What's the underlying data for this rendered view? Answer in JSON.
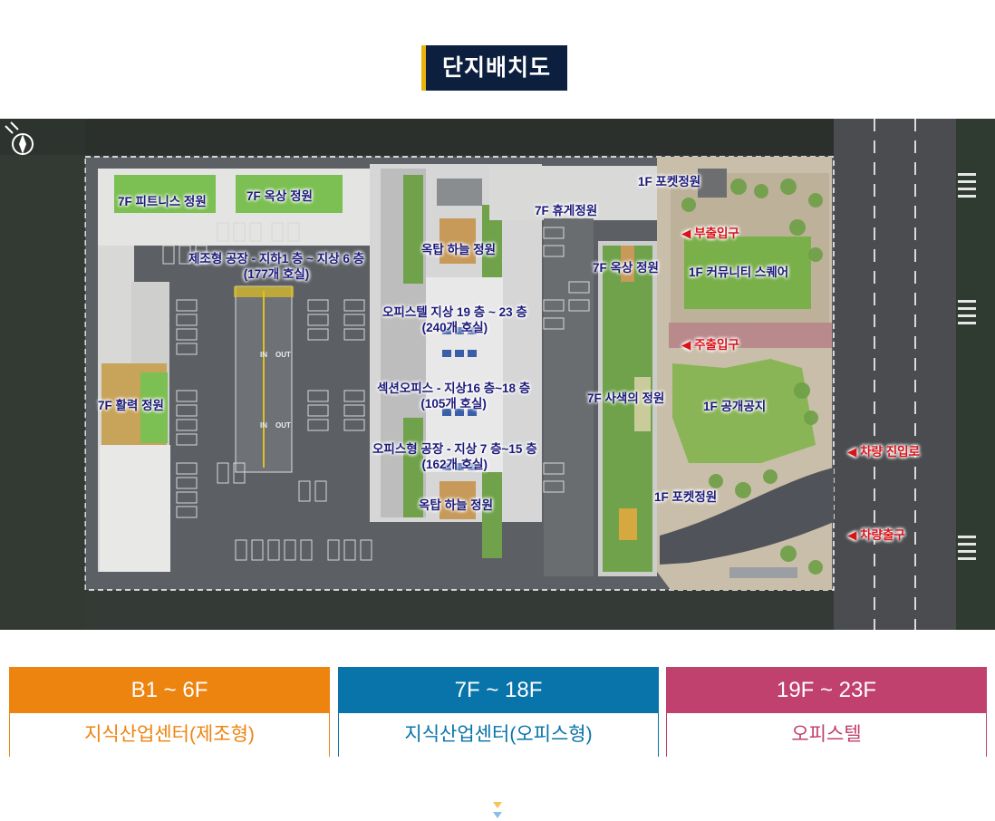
{
  "title": "단지배치도",
  "map_labels": {
    "fitness_garden": "7F 피트니스 정원",
    "rooftop_garden": "7F 옥상 정원",
    "factory_b1_6f_line1": "제조형 공장 - 지하1 층 ~ 지상 6 층",
    "factory_b1_6f_line2": "(177개 호실)",
    "vitality_garden": "7F 활력 정원",
    "in_label": "IN",
    "out_label": "OUT",
    "sky_garden_top": "옥탑 하늘 정원",
    "officetel_line1": "오피스텔 지상 19 층 ~ 23 층",
    "officetel_line2": "(240개 호실)",
    "section_office_line1": "섹션오피스 - 지상16 층~18 층",
    "section_office_line2": "(105개 호실)",
    "office_factory_line1": "오피스형 공장 - 지상 7 층~15 층",
    "office_factory_line2": "(162개 호실)",
    "sky_garden_bottom": "옥탑 하늘 정원",
    "rest_garden": "7F 휴게정원",
    "rooftop_garden_east": "7F 옥상 정원",
    "meditation_garden": "7F 사색의 정원",
    "pocket_garden_top": "1F 포켓정원",
    "community_square": "1F 커뮤니티 스퀘어",
    "public_space": "1F 공개공지",
    "pocket_garden_bottom": "1F 포켓정원"
  },
  "entrances": {
    "sub_entrance": "부출입구",
    "main_entrance": "주출입구",
    "vehicle_entry": "차량 진입로",
    "vehicle_exit": "차량출구"
  },
  "legend": [
    {
      "floors": "B1 ~ 6F",
      "use": "지식산업센터(제조형)",
      "color": "#ee8410"
    },
    {
      "floors": "7F ~ 18F",
      "use": "지식산업센터(오피스형)",
      "color": "#0874a9"
    },
    {
      "floors": "19F ~ 23F",
      "use": "오피스텔",
      "color": "#c0406e"
    }
  ],
  "colors": {
    "title_bg": "#0d1f3f",
    "title_accent": "#e8b30a",
    "label_text": "#1c1a7a",
    "entrance_text": "#d8131a"
  },
  "icons": {
    "compass": "compass-icon",
    "arrow": "red-arrow-left-icon",
    "scroll": "chevron-down-icon"
  }
}
